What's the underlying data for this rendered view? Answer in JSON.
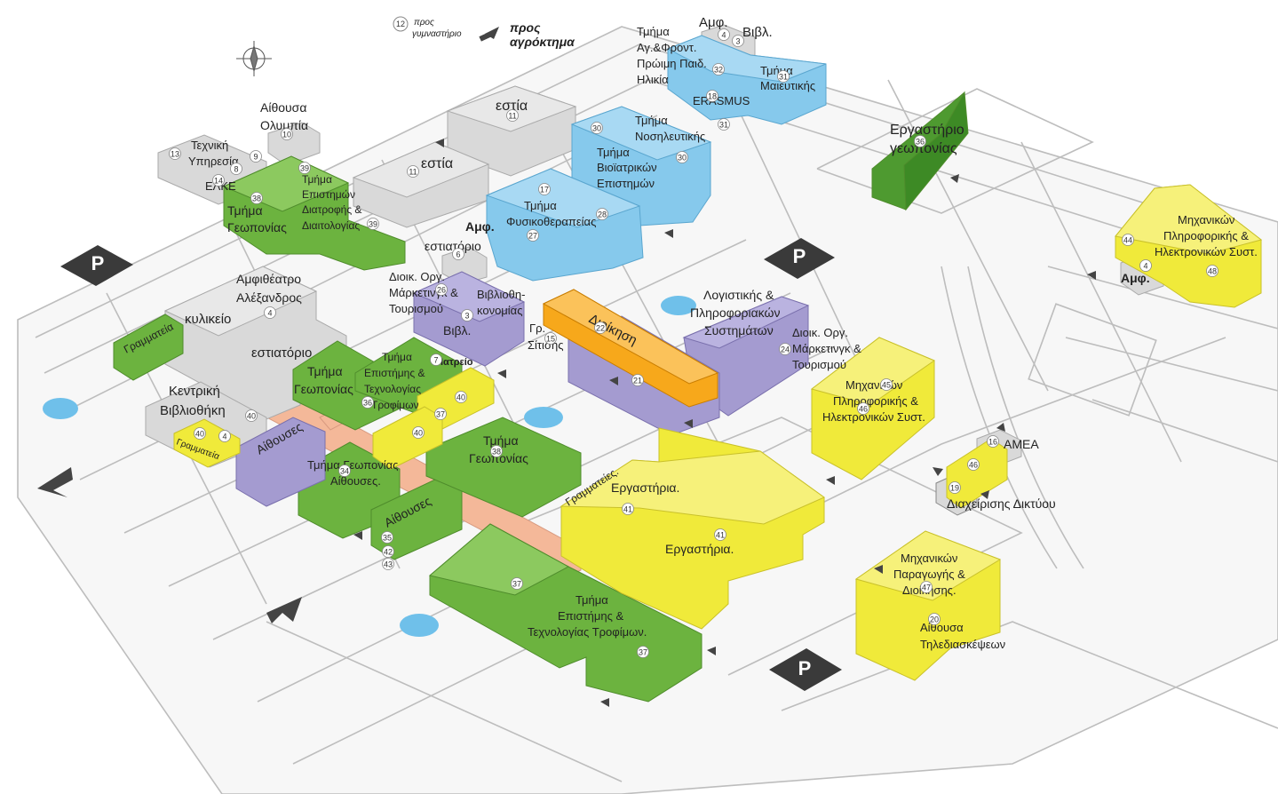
{
  "colors": {
    "green": "#6cb33f",
    "blue": "#86c9ec",
    "purple": "#a49bd0",
    "yellow": "#f0ea3a",
    "orange": "#f7a81b",
    "gray": "#d9d9d9",
    "peach": "#f4b899",
    "water": "#6fc0ea",
    "road": "#b8b8b8"
  },
  "icons": [
    "parking-icon",
    "compass-rose-icon",
    "entrance-arrow-icon"
  ],
  "labels": {
    "to_gym_num": "12",
    "to_gym_1": "προς",
    "to_gym_2": "γυμναστήριο",
    "to_farm_1": "προς",
    "to_farm_2": "αγρόκτημα",
    "amf_top": "Αμφ.",
    "vivl_top": "Βιβλ.",
    "agri_early_1": "Τμήμα",
    "agri_early_2": "Αγ.&Φροντ.",
    "agri_early_3": "Πρώιμη Παιδ.",
    "agri_early_4": "Ηλικία",
    "midwifery_1": "Τμήμα",
    "midwifery_2": "Μαιευτικής",
    "erasmus": "ERASMUS",
    "nursing_1": "Τμήμα",
    "nursing_2": "Νοσηλευτικής",
    "estia_1": "εστία",
    "estia_2": "εστία",
    "olympia_1": "Αίθουσα",
    "olympia_2": "Ολυμπία",
    "tech_1": "Τεχνική",
    "tech_2": "Υπηρεσία",
    "elke": "ΕΛΚΕ",
    "geo_a_1": "Τμήμα",
    "geo_a_2": "Γεωπονίας",
    "nutri_1": "Τμήμα",
    "nutri_2": "Επιστημών",
    "nutri_3": "Διατροφής &",
    "nutri_4": "Διαιτολογίας",
    "biomed_1": "Τμήμα",
    "biomed_2": "Βιοϊατρικών",
    "biomed_3": "Επιστημών",
    "physio_1": "Τμήμα",
    "physio_2": "Φυσικοθεραπείας",
    "amf_mid": "Αμφ.",
    "restaurant_top": "εστιατόριο",
    "lab_geo_1": "Εργαστήριο",
    "lab_geo_2": "γεωπονίας",
    "mech_inf_top_1": "Μηχανικών",
    "mech_inf_top_2": "Πληροφορικής &",
    "mech_inf_top_3": "Ηλεκτρονικών Συστ.",
    "amf_right": "Αμφ.",
    "alexandros_1": "Αμφιθέατρο",
    "alexandros_2": "Αλέξανδρος",
    "kylikeio": "κυλικείο",
    "grammateia_left": "Γραμματεία",
    "restaurant_mid": "εστιατόριο",
    "geo_b_1": "Τμήμα",
    "geo_b_2": "Γεωπονίας",
    "mkt_1": "Διοικ. Οργ.",
    "mkt_2": "Μάρκετινγκ &",
    "mkt_3": "Τουρισμού",
    "libsci_1": "Βιβλιοθη-",
    "libsci_2": "κονομίας",
    "vivl_mid": "Βιβλ.",
    "gr_sitisis_1": "Γρ.",
    "gr_sitisis_2": "Σίτισης",
    "dioikisi": "Διοίκηση",
    "acc_1": "Λογιστικής &",
    "acc_2": "Πληροφοριακών",
    "acc_3": "Συστημάτων",
    "mkt_r_1": "Διοικ. Οργ.",
    "mkt_r_2": "Μάρκετινγκ &",
    "mkt_r_3": "Τουρισμού",
    "food_a_1": "Τμήμα",
    "food_a_2": "Επιστήμης &",
    "food_a_3": "Τεχνολογίας",
    "food_a_4": "Τροφίμων",
    "iatreio": "Ιατρείο",
    "central_lib_1": "Κεντρική",
    "central_lib_2": "Βιβλιοθήκη",
    "grammateia_bottom": "Γραμματεία",
    "aithouses_purple": "Αίθουσες",
    "geo_halls_1": "Τμήμα Γεωπονίας",
    "geo_halls_2": "Αίθουσες.",
    "aithouses_green": "Αίθουσες",
    "geo_c_1": "Τμήμα",
    "geo_c_2": "Γεωπονίας",
    "mech_inf_mid_1": "Μηχανικών",
    "mech_inf_mid_2": "Πληροφορικής &",
    "mech_inf_mid_3": "Ηλεκτρονικών Συστ.",
    "grammateies": "Γραμματείες.",
    "labs_1": "Εργαστήρια.",
    "labs_2": "Εργαστήρια.",
    "amea": "ΑΜΕΑ",
    "network": "Διαχείρισης Δικτύου",
    "mech_prod_1": "Μηχανικών",
    "mech_prod_2": "Παραγωγής &",
    "mech_prod_3": "Διοίκησης.",
    "telecon_1": "Αίθουσα",
    "telecon_2": "Τηλεδιασκέψεων",
    "food_b_1": "Τμήμα",
    "food_b_2": "Επιστήμης &",
    "food_b_3": "Τεχνολογίας Τροφίμων."
  },
  "building_numbers": {
    "n4_top": "4",
    "n3_top": "3",
    "n32": "32",
    "n31_top": "31",
    "n18": "18",
    "n31": "31",
    "n30a": "30",
    "n30b": "30",
    "n11_top": "11",
    "n11": "11",
    "n10": "10",
    "n13": "13",
    "n9": "9",
    "n8": "8",
    "n14": "14",
    "n39": "39",
    "n38_a": "38",
    "n39b": "39",
    "n17": "17",
    "n28": "28",
    "n27": "27",
    "n36_lab": "36",
    "n44": "44",
    "n4_right": "4",
    "n48": "48",
    "n6": "6",
    "n4_alex": "4",
    "n26": "26",
    "n3_mid": "3",
    "n15": "15",
    "n22": "22",
    "n21": "21",
    "n24": "24",
    "n7": "7",
    "n37_a": "37",
    "n40_a": "40",
    "n36_food": "36",
    "n40_b": "40",
    "n40_c": "40",
    "n40_d": "40",
    "n4_lib": "4",
    "n34": "34",
    "n35": "35",
    "n42": "42",
    "n43": "43",
    "n38_c": "38",
    "n45": "45",
    "n46_mid": "46",
    "n41_a": "41",
    "n41_b": "41",
    "n37_big": "37",
    "n37_small": "37",
    "n16": "16",
    "n46_r": "46",
    "n19": "19",
    "n47": "47",
    "n20": "20"
  }
}
